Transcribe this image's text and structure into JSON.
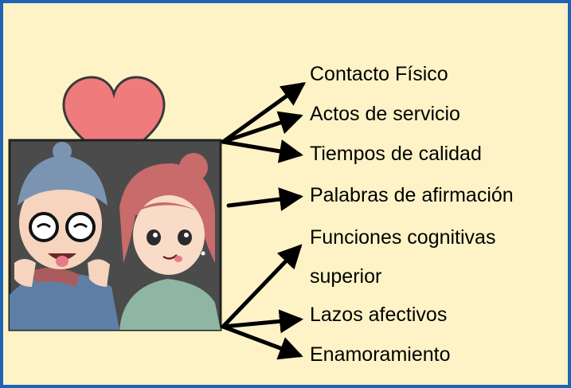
{
  "colors": {
    "border": "#1f63b5",
    "background": "#fdf3c6",
    "heart": "#ef7b7d",
    "arrow": "#000000"
  },
  "labels": {
    "contacto": "Contacto Físico",
    "actos": "Actos de servicio",
    "tiempos": "Tiempos de calidad",
    "palabras": "Palabras de afirmación",
    "funciones_line1": "Funciones cognitivas",
    "funciones_line2": "superior",
    "lazos": "Lazos afectivos",
    "enamoramiento": "Enamoramiento"
  },
  "illustration": {
    "heart_icon": "heart-icon",
    "picture": "cartoon-couple-illustration"
  }
}
